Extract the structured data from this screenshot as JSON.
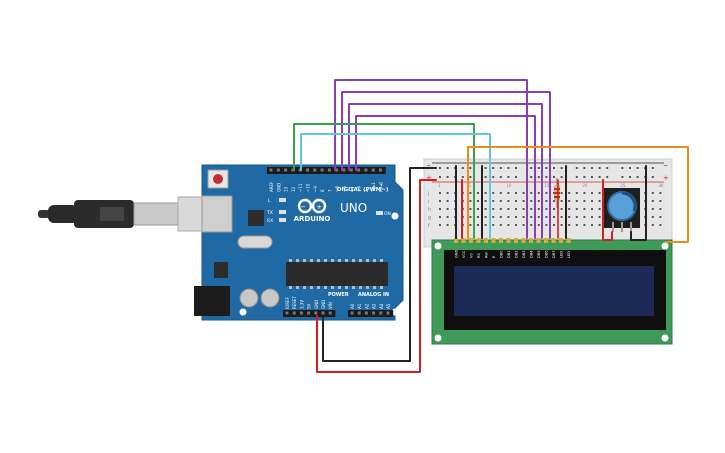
{
  "arduino": {
    "brand": "ARDUINO",
    "model": "UNO",
    "digital_header": "DIGITAL (PWM~)",
    "power_header": "POWER",
    "analog_header": "ANALOG IN",
    "led_l": "L",
    "led_tx": "TX",
    "led_rx": "RX",
    "led_on": "ON",
    "digital_pins": [
      "AREF",
      "GND",
      "13",
      "12",
      "~11",
      "~10",
      "~9",
      "8",
      "7",
      "~6",
      "~5",
      "4",
      "~3",
      "2",
      "TX▸1",
      "RX◂0"
    ],
    "power_pins": [
      "IOREF",
      "RESET",
      "3.3V",
      "5V",
      "GND",
      "GND",
      "VIN"
    ],
    "analog_pins": [
      "A0",
      "A1",
      "A2",
      "A3",
      "A4",
      "A5"
    ]
  },
  "breadboard": {
    "rail_plus": "+",
    "rail_minus": "−",
    "row_letters": [
      "j",
      "i",
      "h",
      "g",
      "f"
    ],
    "col_numbers": [
      "1",
      "5",
      "10",
      "15",
      "20",
      "25",
      "30"
    ]
  },
  "lcd": {
    "pin_labels": [
      "GND",
      "VCC",
      "V0",
      "RS",
      "RW",
      "E",
      "DB0",
      "DB1",
      "DB2",
      "DB3",
      "DB4",
      "DB5",
      "DB6",
      "DB7",
      "LED",
      "LED"
    ]
  },
  "colors": {
    "arduino_board": "#1f6aa5",
    "breadboard": "#e8e8e8",
    "lcd_pcb": "#3f9a5a",
    "lcd_screen": "#1c2b55",
    "wire_purple": "#8a3fb0",
    "wire_green": "#3aa050",
    "wire_cyan": "#5ec8d8",
    "wire_red": "#d62020",
    "wire_black": "#222222",
    "wire_orange": "#ee8c1a"
  }
}
